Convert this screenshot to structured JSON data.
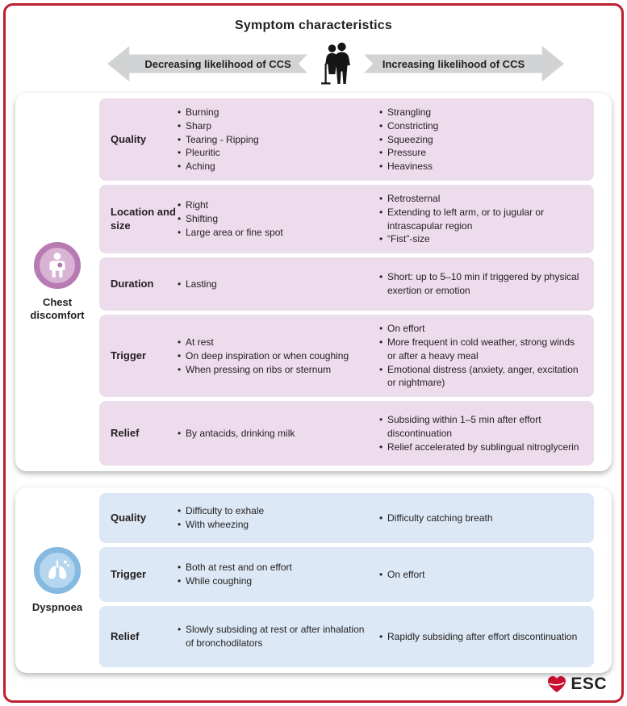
{
  "title": "Symptom characteristics",
  "arrows": {
    "decreasing": "Decreasing likelihood of CCS",
    "increasing": "Increasing likelihood of CCS"
  },
  "sections": [
    {
      "label": "Chest discomfort",
      "rows": [
        {
          "label": "Quality",
          "decreasing": [
            "Burning",
            "Sharp",
            "Tearing - Ripping",
            "Pleuritic",
            "Aching"
          ],
          "increasing": [
            "Strangling",
            "Constricting",
            "Squeezing",
            "Pressure",
            "Heaviness"
          ]
        },
        {
          "label": "Location and size",
          "decreasing": [
            "Right",
            "Shifting",
            "Large area or fine spot"
          ],
          "increasing": [
            "Retrosternal",
            "Extending to left arm, or to jugular or intrascapular region",
            "“Fist”-size"
          ]
        },
        {
          "label": "Duration",
          "decreasing": [
            "Lasting"
          ],
          "increasing": [
            "Short: up to 5–10 min if triggered by physical exertion or emotion"
          ]
        },
        {
          "label": "Trigger",
          "decreasing": [
            "At rest",
            "On deep inspiration or when coughing",
            "When pressing on ribs or sternum"
          ],
          "increasing": [
            "On effort",
            "More frequent in cold weather, strong winds or after a heavy meal",
            "Emotional distress (anxiety, anger, excitation or nightmare)"
          ]
        },
        {
          "label": "Relief",
          "decreasing": [
            "By antacids, drinking milk"
          ],
          "increasing": [
            "Subsiding within 1–5 min after effort discontinuation",
            "Relief accelerated by sublingual nitroglycerin"
          ]
        }
      ]
    },
    {
      "label": "Dyspnoea",
      "rows": [
        {
          "label": "Quality",
          "decreasing": [
            "Difficulty to exhale",
            "With wheezing"
          ],
          "increasing": [
            "Difficulty catching breath"
          ]
        },
        {
          "label": "Trigger",
          "decreasing": [
            "Both at rest and on effort",
            "While coughing"
          ],
          "increasing": [
            "On effort"
          ]
        },
        {
          "label": "Relief",
          "decreasing": [
            "Slowly subsiding at rest or after inhalation of bronchodilators"
          ],
          "increasing": [
            "Rapidly subsiding after effort discontinuation"
          ]
        }
      ]
    }
  ],
  "logo": {
    "text": "ESC"
  },
  "colors": {
    "border_red": "#bf1e2e",
    "pink_row": "#eddcec",
    "blue_row": "#dce8f5",
    "arrow_gray": "#d2d3d5",
    "text_dark": "#231f20",
    "chest_ring": "#b87ab2",
    "chest_fill": "#d9b3d4",
    "dyspnoea_ring": "#85b9e0",
    "dyspnoea_fill": "#b5d6ee",
    "esc_red": "#c8102e"
  }
}
